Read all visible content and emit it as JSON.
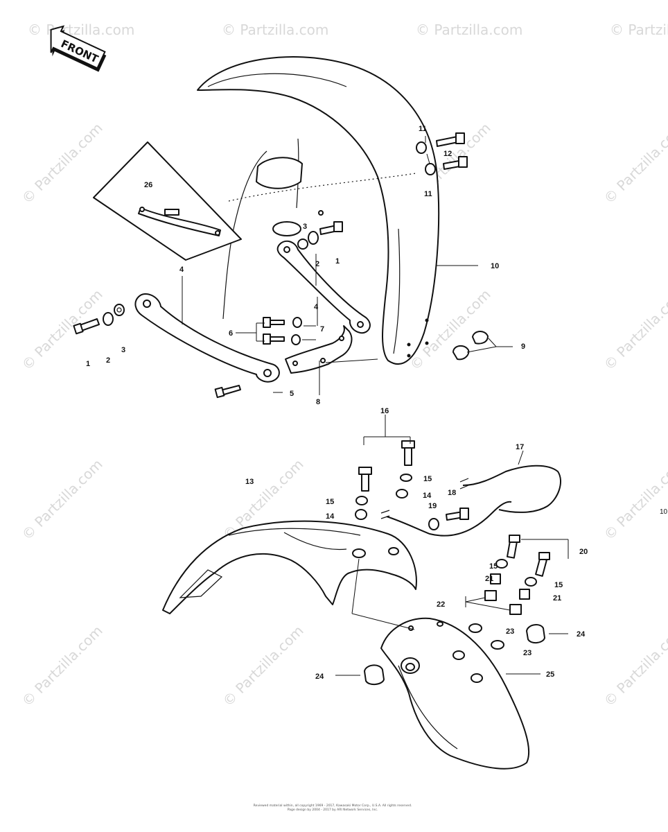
{
  "diagram": {
    "front_label": "FRONT",
    "watermark_text": "© Partzilla.com",
    "edge_number": "10",
    "copyright": {
      "line1": "Reviewed material within, all copyright 1969 - 2017, Kawasaki Motor Corp., U.S.A. All rights reserved.",
      "line2": "Page design by 2004 - 2017 by ARI Network Services, Inc."
    },
    "callouts": {
      "c1a": "1",
      "c2a": "2",
      "c3a": "3",
      "c4a": "4",
      "c1b": "1",
      "c2b": "2",
      "c3b": "3",
      "c4b": "4",
      "c5": "5",
      "c6": "6",
      "c7": "7",
      "c8": "8",
      "c9": "9",
      "c10": "10",
      "c11a": "11",
      "c11b": "11",
      "c12": "12",
      "c13": "13",
      "c14a": "14",
      "c14b": "14",
      "c15a": "15",
      "c15b": "15",
      "c15c": "15",
      "c15d": "15",
      "c16": "16",
      "c17": "17",
      "c18": "18",
      "c19": "19",
      "c20": "20",
      "c21a": "21",
      "c21b": "21",
      "c22": "22",
      "c23a": "23",
      "c23b": "23",
      "c24a": "24",
      "c24b": "24",
      "c25": "25",
      "c26": "26"
    }
  }
}
